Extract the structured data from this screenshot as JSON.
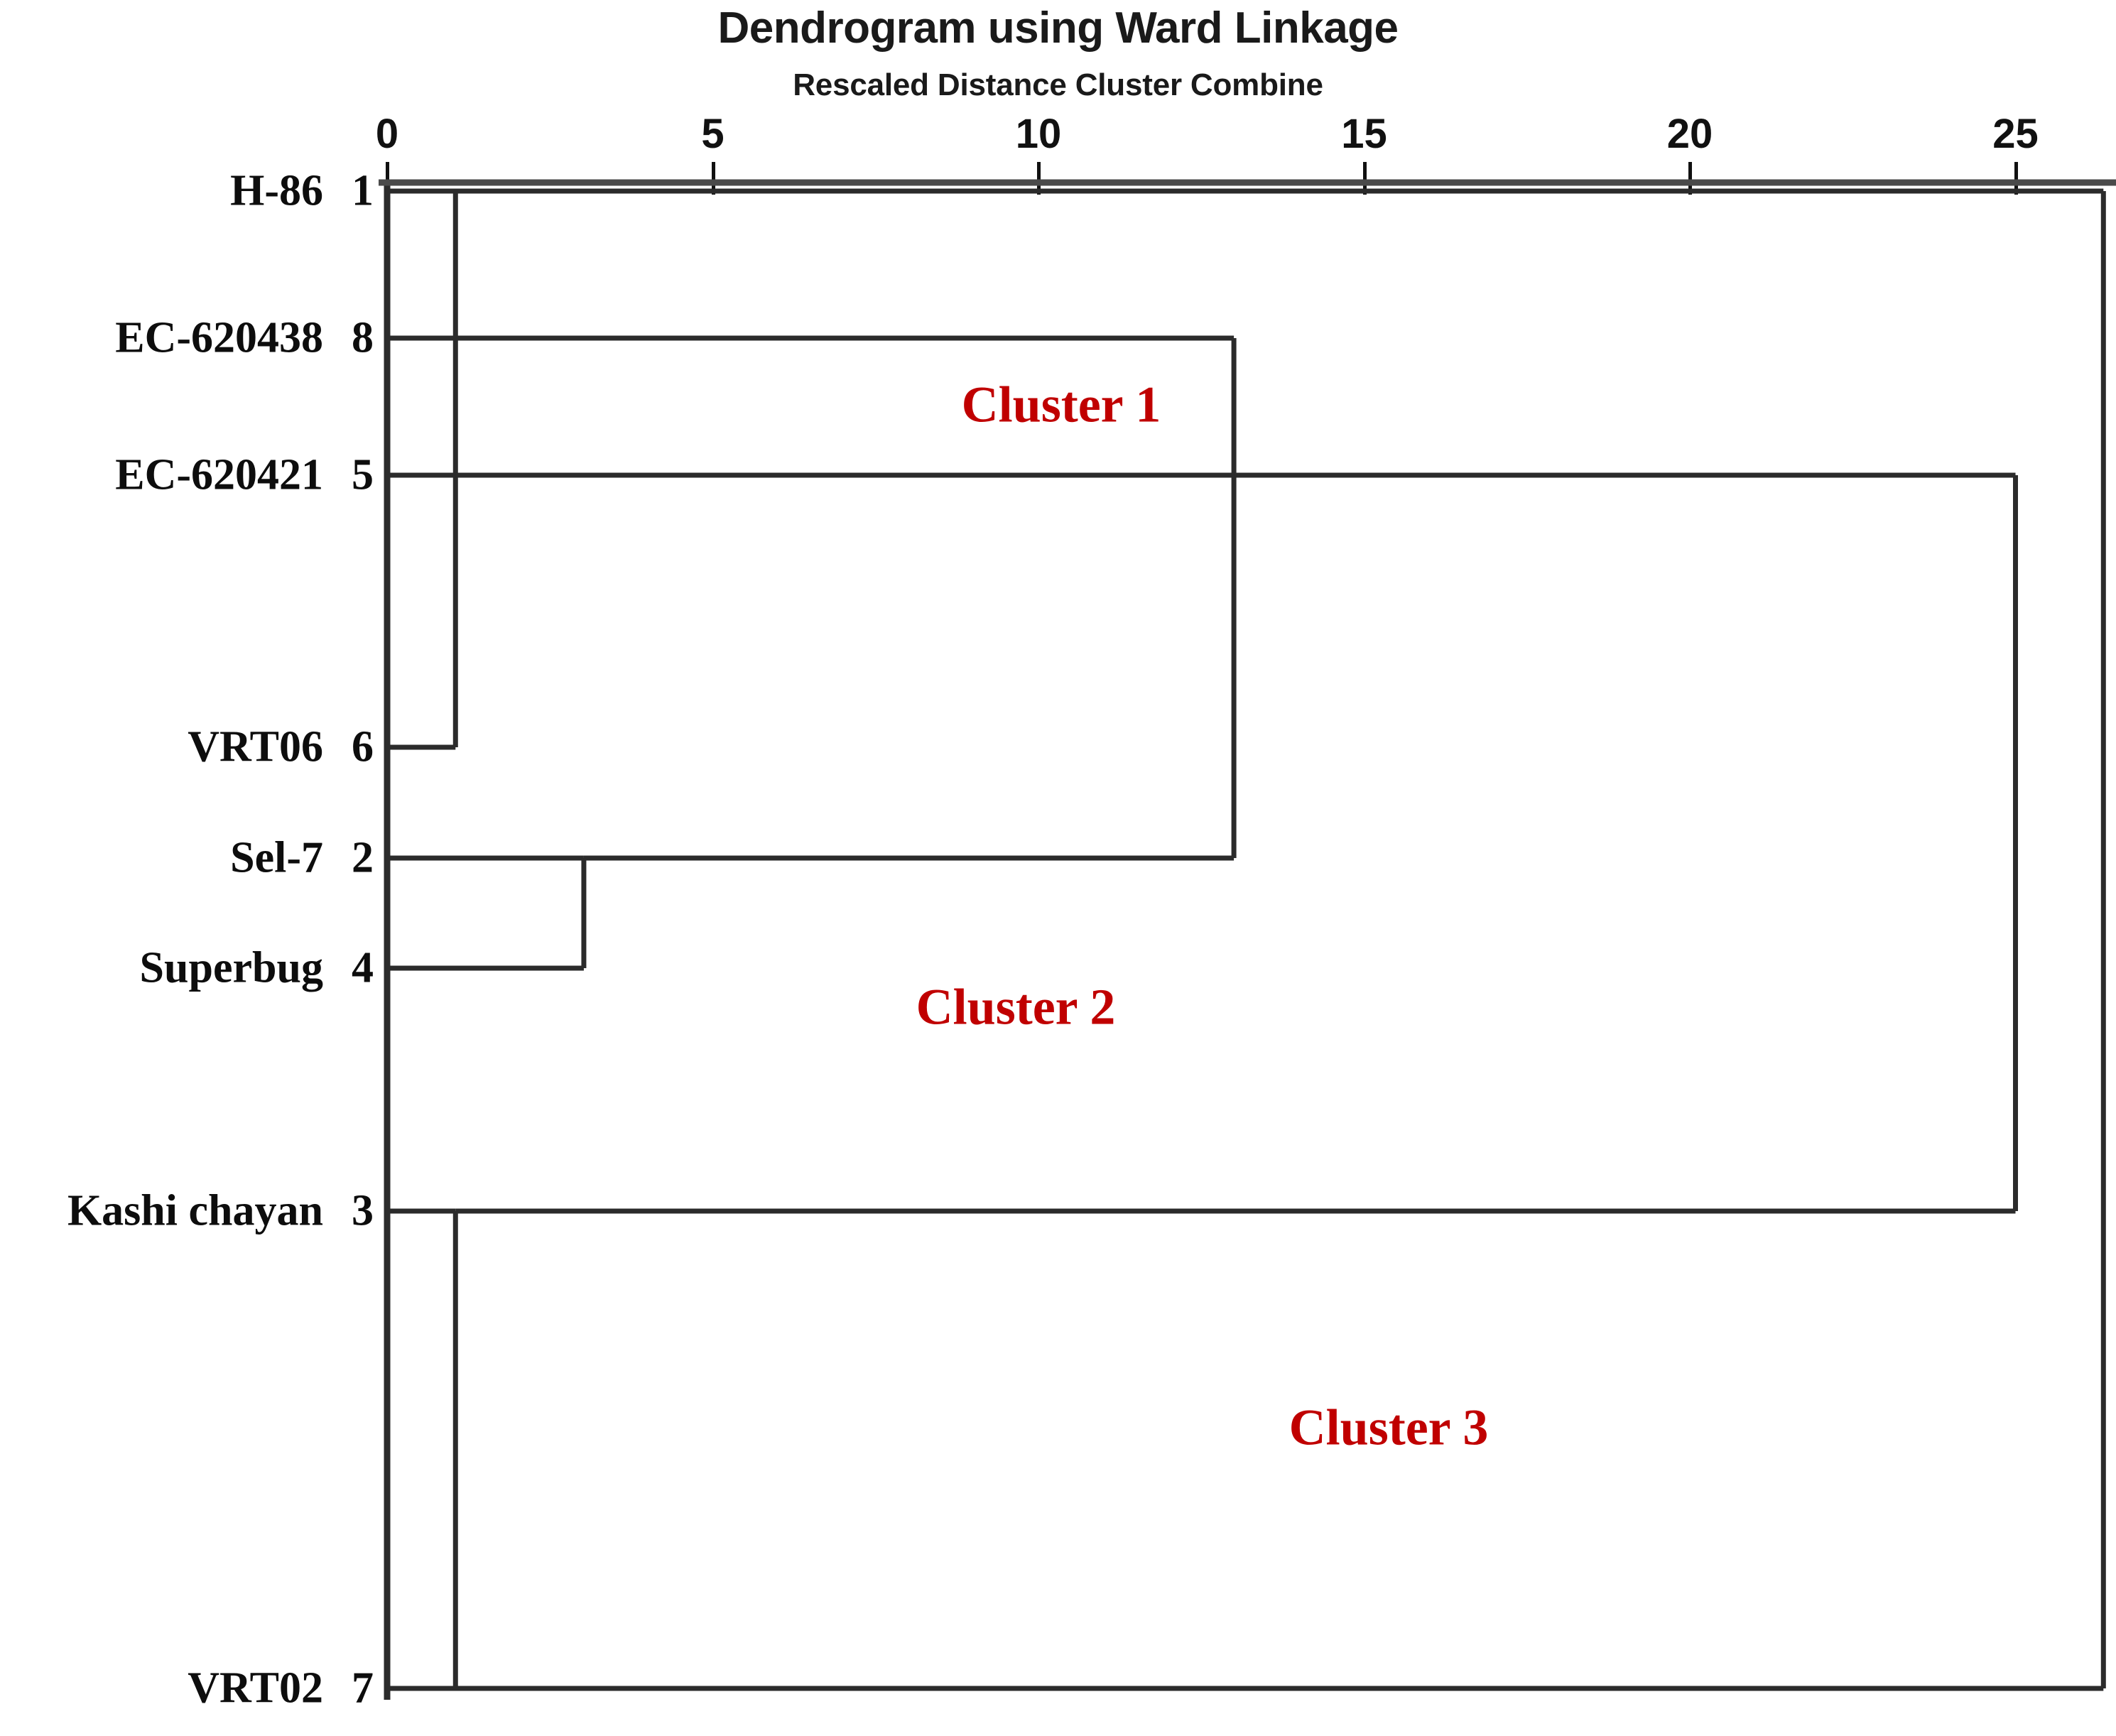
{
  "title": "Dendrogram using Ward Linkage",
  "subtitle": "Rescaled Distance Cluster Combine",
  "colors": {
    "line": "#2b2b2b",
    "text": "#0d0d0d",
    "cluster_label": "#C00000",
    "background": "#ffffff"
  },
  "axis": {
    "label": "Rescaled Distance Cluster Combine",
    "ticks": [
      "0",
      "5",
      "10",
      "15",
      "20",
      "25"
    ],
    "tick_values": [
      0,
      5,
      10,
      15,
      20,
      25
    ],
    "range": [
      0,
      25
    ],
    "position": "top"
  },
  "leaves": [
    {
      "name": "H-86",
      "case": "1"
    },
    {
      "name": "EC-620438",
      "case": "8"
    },
    {
      "name": "EC-620421",
      "case": "5"
    },
    {
      "name": "VRT06",
      "case": "6"
    },
    {
      "name": "Sel-7",
      "case": "2"
    },
    {
      "name": "Superbug",
      "case": "4"
    },
    {
      "name": "Kashi chayan",
      "case": "3"
    },
    {
      "name": "VRT02",
      "case": "7"
    }
  ],
  "annotations": [
    {
      "text": "Cluster 1",
      "color": "#C00000"
    },
    {
      "text": "Cluster 2",
      "color": "#C00000"
    },
    {
      "text": "Cluster 3",
      "color": "#C00000"
    }
  ],
  "chart_data": {
    "type": "dendrogram",
    "title": "Dendrogram using Ward Linkage",
    "subtitle": "Rescaled Distance Cluster Combine",
    "xlabel": "Rescaled Distance Cluster Combine",
    "ylabel": "",
    "xlim": [
      0,
      25
    ],
    "xticks": [
      0,
      5,
      10,
      15,
      20,
      25
    ],
    "orientation": "horizontal",
    "linkage_method": "ward",
    "grid": false,
    "legend": "none",
    "leaf_labels": [
      "H-86",
      "EC-620438",
      "EC-620421",
      "VRT06",
      "Sel-7",
      "Superbug",
      "Kashi chayan",
      "VRT02"
    ],
    "leaf_case_numbers": [
      1,
      8,
      5,
      6,
      2,
      4,
      3,
      7
    ],
    "merges": [
      {
        "id": "m1",
        "left": "H-86",
        "right": "VRT06",
        "distance": 1.0,
        "note": "case 1 joins case 6"
      },
      {
        "id": "m2",
        "left": "m1",
        "right": "EC-620421",
        "distance": 1.0,
        "note": "EC-620421 joins the 1-6 pair"
      },
      {
        "id": "m3",
        "left": "Sel-7",
        "right": "Superbug",
        "distance": 3.0,
        "note": "case 2 joins case 4"
      },
      {
        "id": "m4",
        "left": "Kashi chayan",
        "right": "VRT02",
        "distance": 1.0,
        "note": "case 3 joins case 7"
      },
      {
        "id": "m5",
        "left": "m2",
        "right": "EC-620438",
        "distance": 13.0,
        "note": "Cluster 1 block closes"
      },
      {
        "id": "m6",
        "left": "m5",
        "right": "m3",
        "distance": 13.0,
        "note": "Cluster 1 + Cluster 2"
      },
      {
        "id": "m7",
        "left": "m6",
        "right": "m4",
        "distance": 25.0,
        "note": "joins Cluster 3"
      },
      {
        "id": "m8",
        "left": "m7",
        "right": "root",
        "distance": 26.5,
        "note": "root stem at right edge"
      }
    ],
    "clusters": [
      {
        "label": "Cluster 1",
        "members": [
          "H-86",
          "EC-620438",
          "EC-620421",
          "VRT06"
        ],
        "color": "#C00000"
      },
      {
        "label": "Cluster 2",
        "members": [
          "Sel-7",
          "Superbug"
        ],
        "color": "#C00000"
      },
      {
        "label": "Cluster 3",
        "members": [
          "Kashi chayan",
          "VRT02"
        ],
        "color": "#C00000"
      }
    ]
  }
}
